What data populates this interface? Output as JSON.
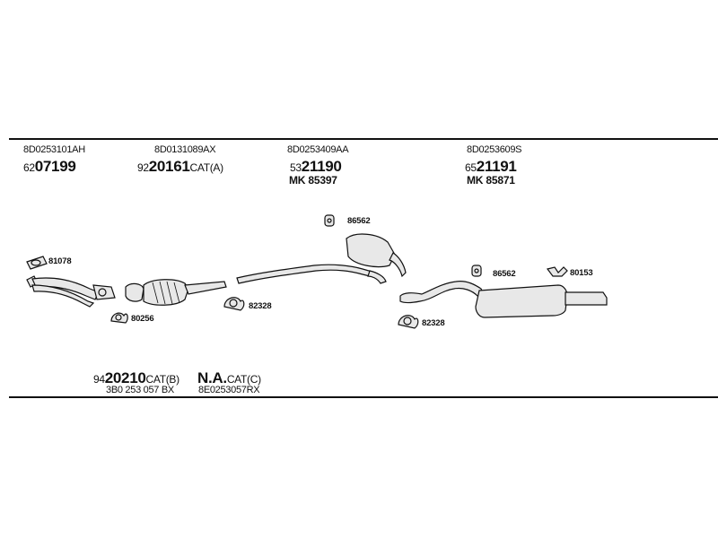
{
  "top_groups": [
    {
      "oe": "8D0253101AH",
      "prefix": "62",
      "number": "07199",
      "suffix": "",
      "mk": ""
    },
    {
      "oe": "8D0131089AX",
      "prefix": "92",
      "number": "20161",
      "suffix": "CAT(A)",
      "mk": ""
    },
    {
      "oe": "8D0253409AA",
      "prefix": "53",
      "number": "21190",
      "suffix": "",
      "mk": "MK 85397"
    },
    {
      "oe": "8D0253609S",
      "prefix": "65",
      "number": "21191",
      "suffix": "",
      "mk": "MK 85871"
    }
  ],
  "bottom_groups": [
    {
      "prefix": "94",
      "number": "20210",
      "suffix": "CAT(B)",
      "oe": "3B0 253 057 BX"
    },
    {
      "prefix": "",
      "number": "N.A.",
      "suffix": "CAT(C)",
      "oe": "8E0253057RX"
    }
  ],
  "callouts": {
    "c1": "81078",
    "c2": "80256",
    "c3": "82328",
    "c4": "86562",
    "c5": "86562",
    "c6": "80153",
    "c7": "82328"
  }
}
